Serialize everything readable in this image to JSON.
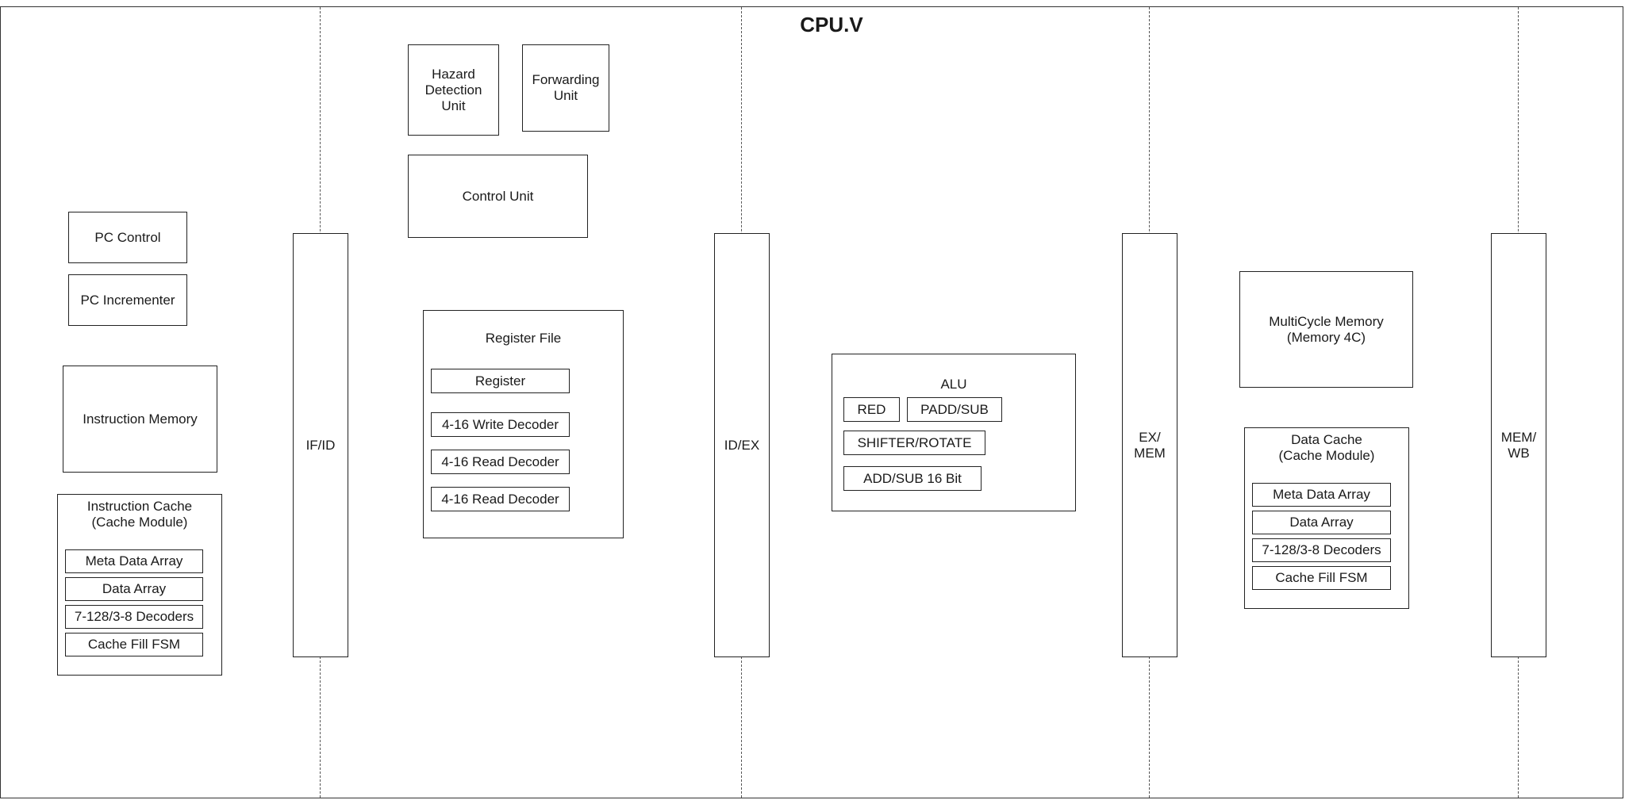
{
  "title": "CPU.V",
  "stage_registers": {
    "if_id": "IF/ID",
    "id_ex": "ID/EX",
    "ex_mem": "EX/\nMEM",
    "mem_wb": "MEM/\nWB"
  },
  "fetch": {
    "pc_control": "PC Control",
    "pc_incrementer": "PC Incrementer",
    "instruction_memory": "Instruction Memory",
    "instruction_cache": {
      "label": "Instruction Cache\n(Cache Module)",
      "items": [
        "Meta Data Array",
        "Data Array",
        "7-128/3-8 Decoders",
        "Cache Fill FSM"
      ]
    }
  },
  "decode": {
    "hazard_detection": "Hazard\nDetection\nUnit",
    "forwarding_unit": "Forwarding\nUnit",
    "control_unit": "Control Unit",
    "register_file": {
      "label": "Register File",
      "items": [
        "Register",
        "4-16 Write Decoder",
        "4-16 Read Decoder",
        "4-16 Read Decoder"
      ]
    }
  },
  "execute": {
    "alu": {
      "label": "ALU",
      "red": "RED",
      "padd_sub": "PADD/SUB",
      "shifter": "SHIFTER/ROTATE",
      "addsub": "ADD/SUB 16 Bit"
    }
  },
  "memory": {
    "multicycle_memory": "MultiCycle Memory\n(Memory 4C)",
    "data_cache": {
      "label": "Data Cache\n(Cache Module)",
      "items": [
        "Meta Data Array",
        "Data Array",
        "7-128/3-8 Decoders",
        "Cache Fill FSM"
      ]
    }
  }
}
